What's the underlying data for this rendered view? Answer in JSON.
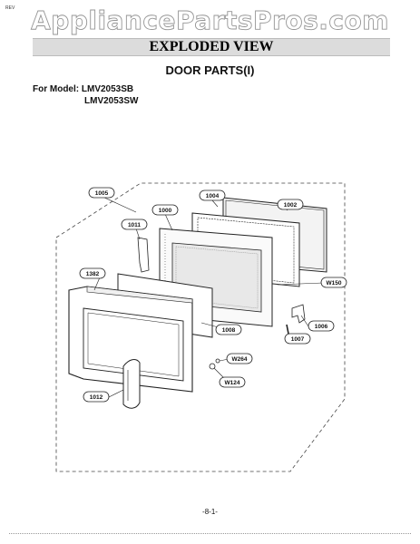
{
  "corner_tag": "REV",
  "watermark": "AppliancePartsPros.com",
  "banner_title": "EXPLODED VIEW",
  "section_title": "DOOR PARTS(I)",
  "model_label": "For Model: LMV2053SB",
  "model_label_2": "LMV2053SW",
  "callouts": {
    "c1005": "1005",
    "c1004": "1004",
    "c1002": "1002",
    "c1000": "1000",
    "c1011": "1011",
    "c1382": "1382",
    "cW150": "W150",
    "c1006": "1006",
    "c1008": "1008",
    "c1007": "1007",
    "cW264": "W264",
    "cW124": "W124",
    "c1012": "1012"
  },
  "page_number": "-8-1-"
}
